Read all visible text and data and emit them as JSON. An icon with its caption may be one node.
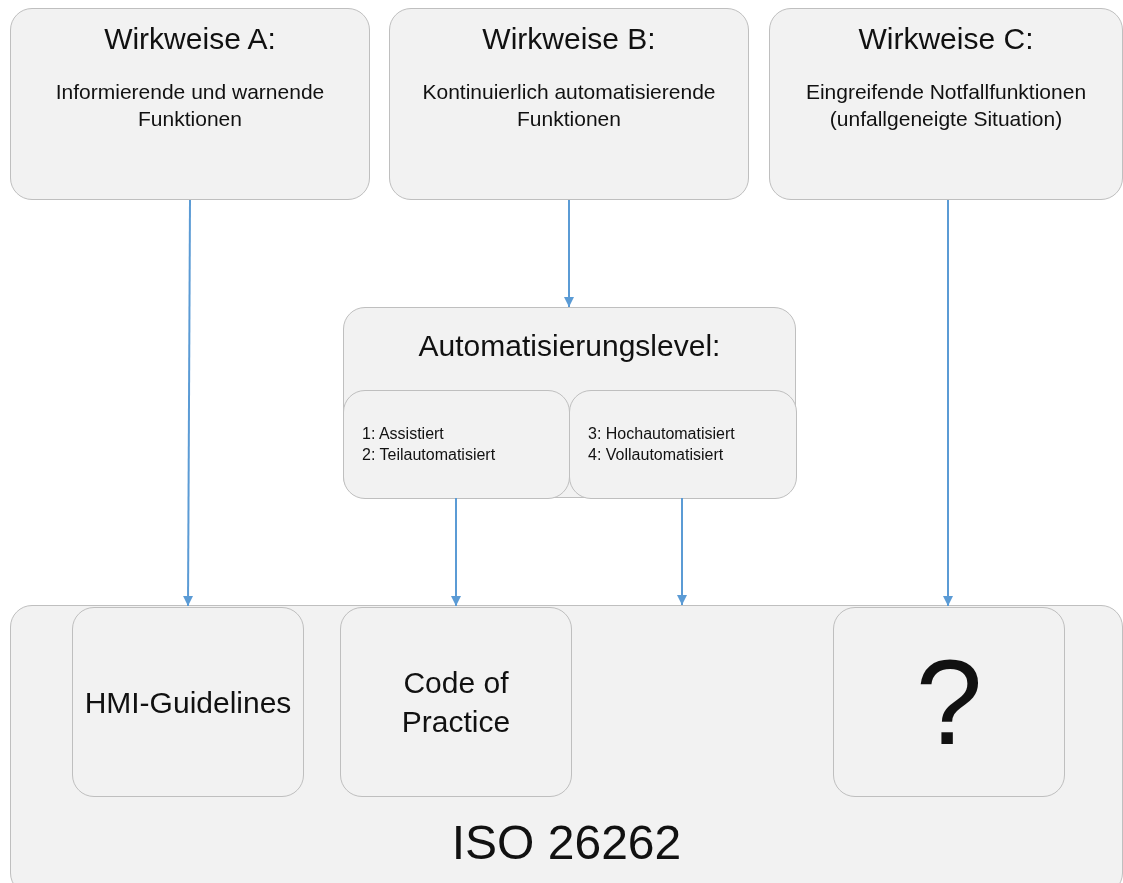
{
  "diagram": {
    "nodes": [
      {
        "text": [
          "Wirkweise A:",
          "Informierende und warnende Funktionen"
        ]
      },
      {
        "text": [
          "Wirkweise B:",
          "Kontinuierlich automatisierende Funktionen"
        ]
      },
      {
        "text": [
          "Wirkweise C:",
          "Eingreifende Notfallfunktionen (unfallgeneigte Situation)"
        ]
      },
      {
        "text": [
          "Automatisierungslevel:"
        ]
      },
      {
        "text": [
          "1: Assistiert",
          "2: Teilautomatisiert"
        ],
        "in": 3
      },
      {
        "text": [
          "3: Hochautomatisiert",
          "4: Vollautomatisiert"
        ],
        "in": 3
      },
      {
        "text": [
          "ISO 26262"
        ]
      },
      {
        "text": [
          "HMI-Guidelines"
        ],
        "in": 6
      },
      {
        "text": [
          "Code of Practice"
        ],
        "in": 6
      },
      {
        "text": [
          "?"
        ],
        "in": 6
      }
    ],
    "edges": [
      {
        "from": 0,
        "to": 7,
        "arrow": "to"
      },
      {
        "from": 1,
        "to": 3,
        "arrow": "to"
      },
      {
        "from": 4,
        "to": 8,
        "arrow": "to"
      },
      {
        "from": 5,
        "to": 6,
        "arrow": "to"
      },
      {
        "from": 2,
        "to": 9,
        "arrow": "to"
      }
    ]
  }
}
